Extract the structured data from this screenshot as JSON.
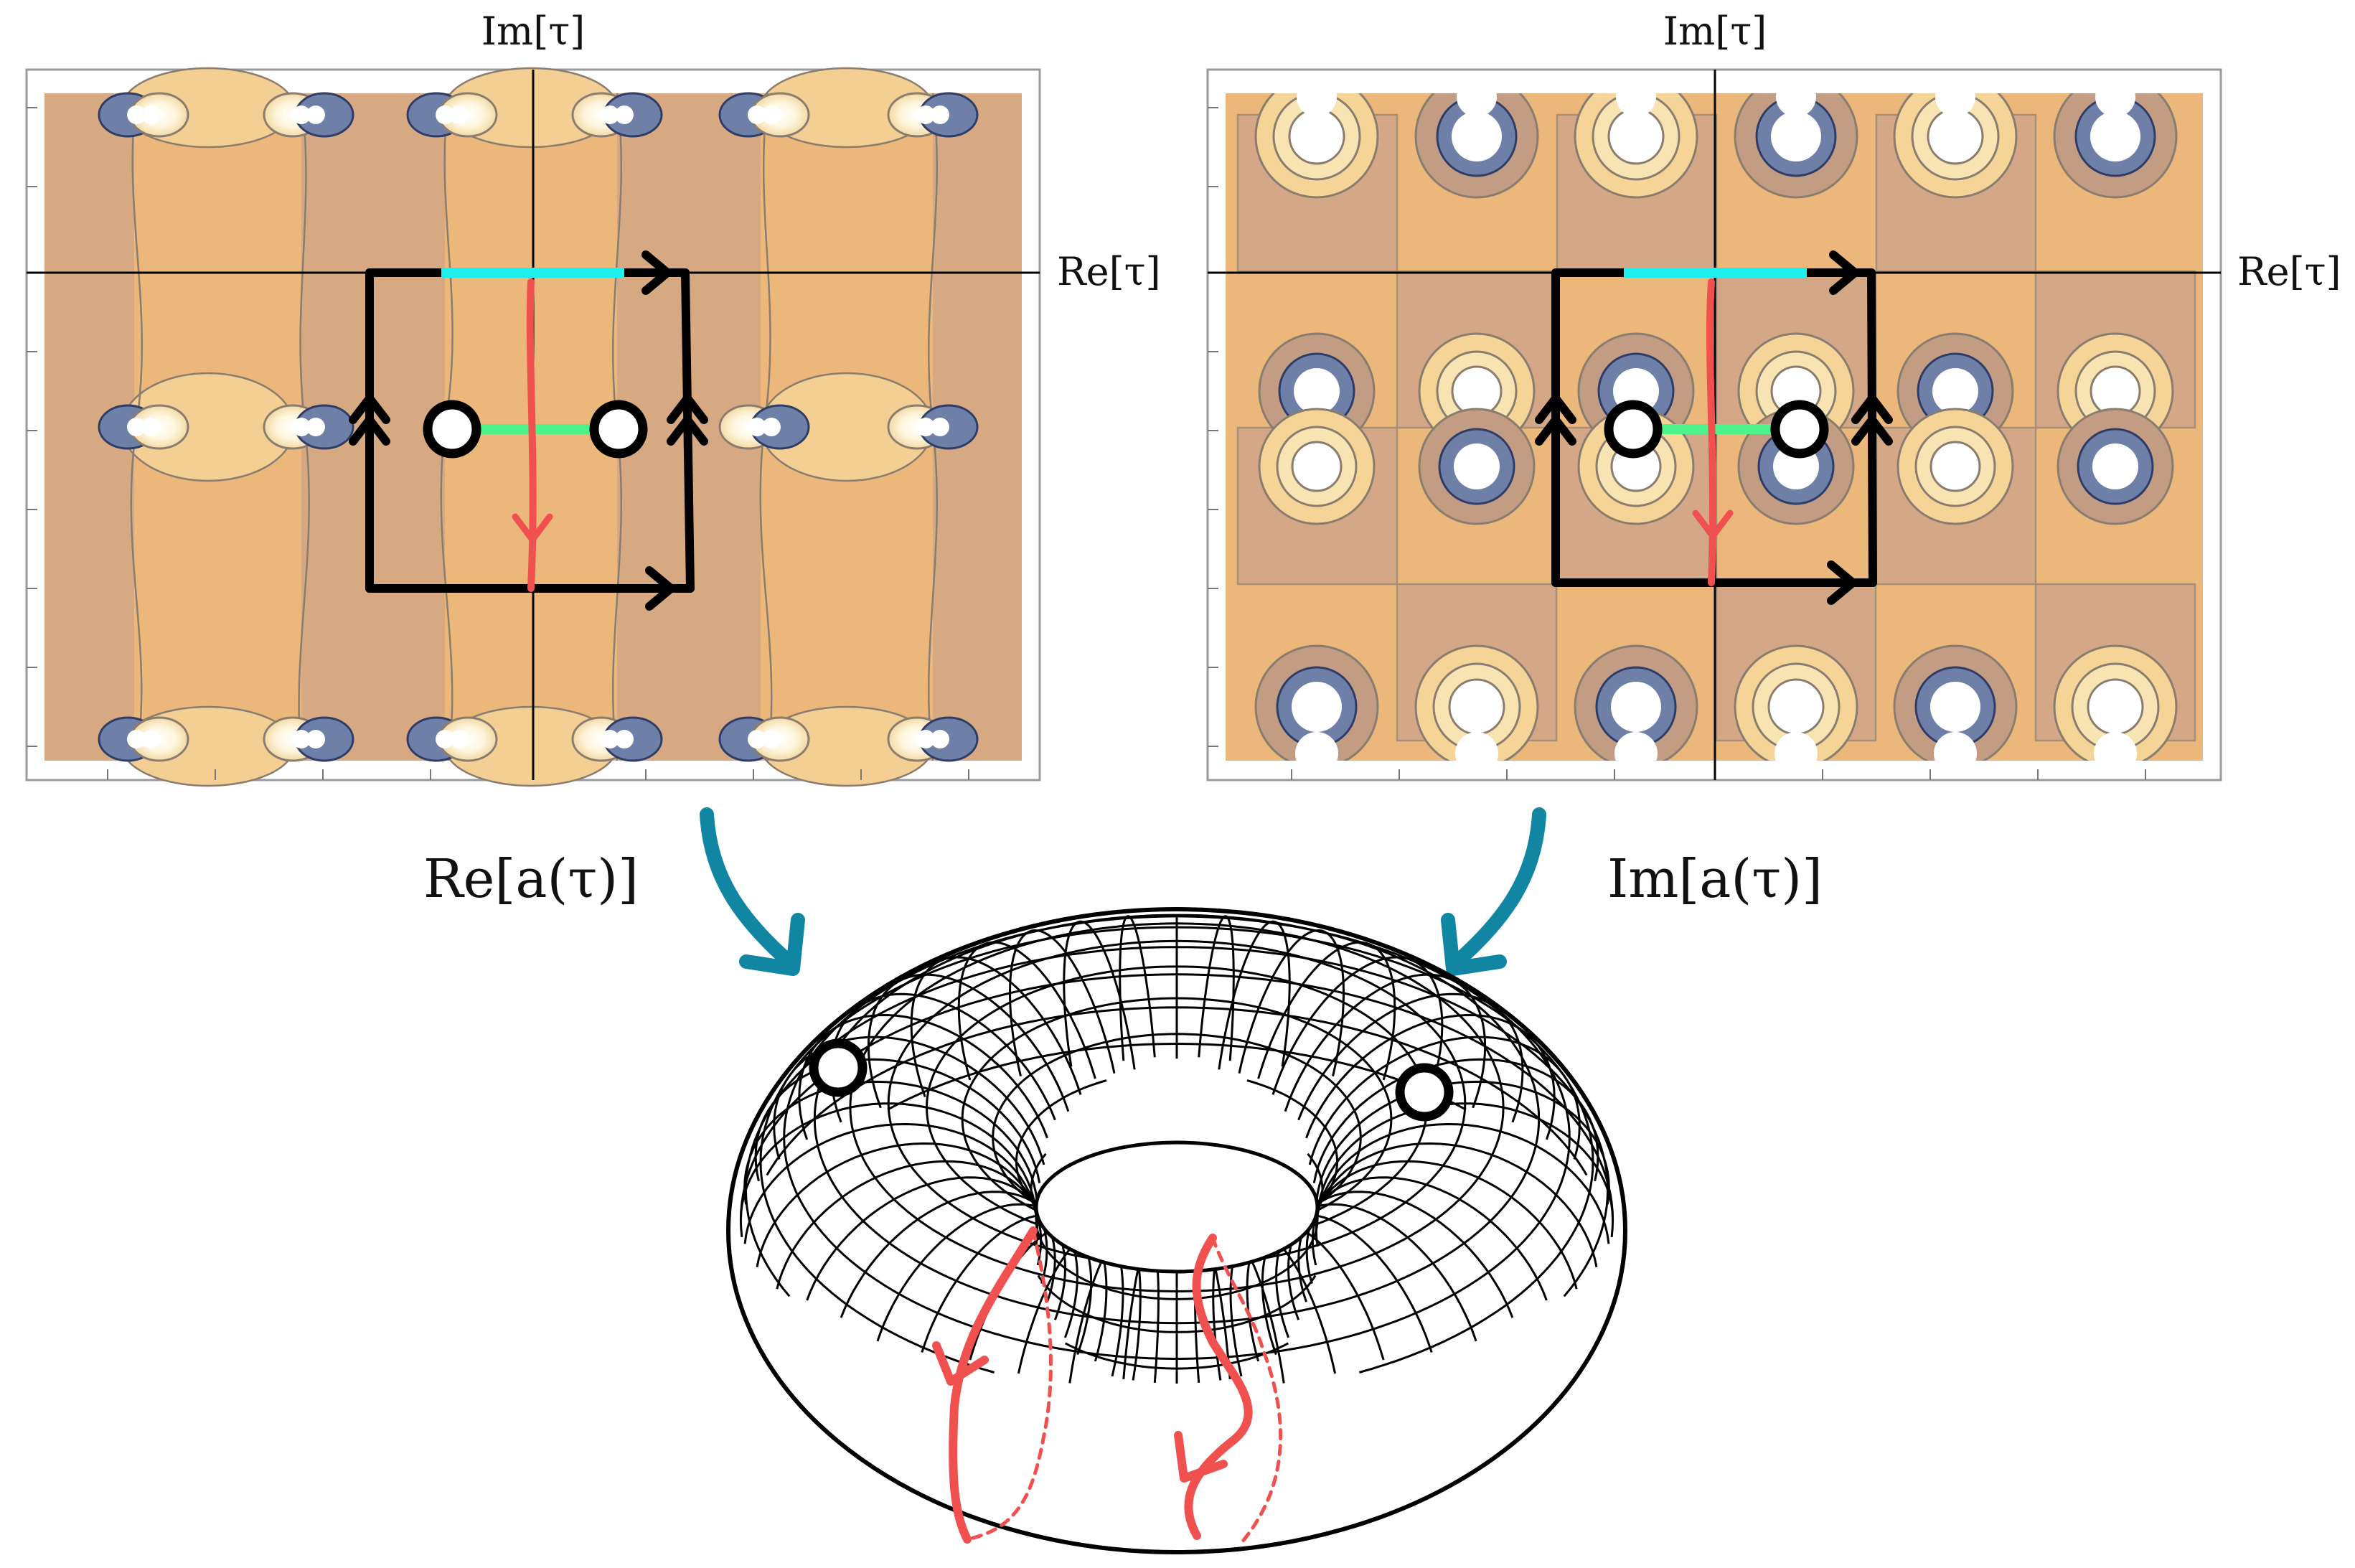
{
  "left_panel": {
    "im_axis_label": "Im[τ]",
    "re_axis_label": "Re[τ]",
    "map_label": "Re[a(τ)]"
  },
  "right_panel": {
    "im_axis_label": "Im[τ]",
    "re_axis_label": "Re[τ]",
    "map_label": "Im[a(τ)]"
  },
  "colors": {
    "background_orange": "#ebb77b",
    "dark_region": "#cfa484",
    "light_region": "#f2cd8e",
    "blue_pole": "#6f80a8",
    "contour_line": "#8a7c6e",
    "cyan_cut": "#1ff0ee",
    "green_cut": "#4cf28a",
    "red_path": "#f0514f",
    "teal_arrow": "#1186a3",
    "black": "#000000"
  },
  "icons": [
    "fundamental-domain-arrow",
    "puncture-circle",
    "torus-mesh",
    "mapping-arrow"
  ]
}
